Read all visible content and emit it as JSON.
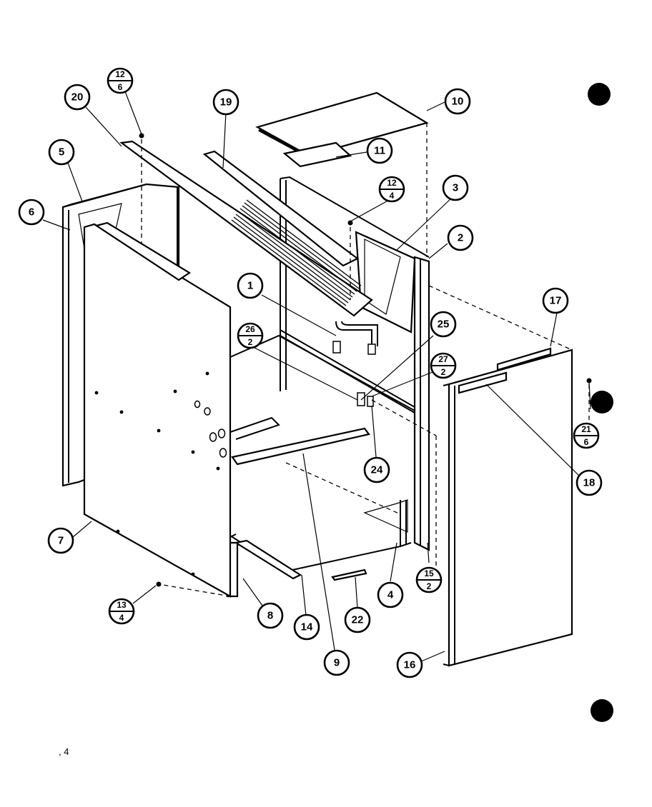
{
  "diagram": {
    "callouts": [
      {
        "id": "c1",
        "label": "1"
      },
      {
        "id": "c2",
        "label": "2"
      },
      {
        "id": "c3",
        "label": "3"
      },
      {
        "id": "c4",
        "label": "4"
      },
      {
        "id": "c5",
        "label": "5"
      },
      {
        "id": "c6",
        "label": "6"
      },
      {
        "id": "c7",
        "label": "7"
      },
      {
        "id": "c8",
        "label": "8"
      },
      {
        "id": "c9",
        "label": "9"
      },
      {
        "id": "c10",
        "label": "10"
      },
      {
        "id": "c11",
        "label": "11"
      },
      {
        "id": "c14",
        "label": "14"
      },
      {
        "id": "c16",
        "label": "16"
      },
      {
        "id": "c17",
        "label": "17"
      },
      {
        "id": "c18",
        "label": "18"
      },
      {
        "id": "c19",
        "label": "19"
      },
      {
        "id": "c20",
        "label": "20"
      },
      {
        "id": "c22",
        "label": "22"
      },
      {
        "id": "c24",
        "label": "24"
      },
      {
        "id": "c25",
        "label": "25"
      }
    ],
    "fractions": [
      {
        "id": "f12_6",
        "top": "12",
        "bottom": "6"
      },
      {
        "id": "f12_4",
        "top": "12",
        "bottom": "4"
      },
      {
        "id": "f26_2",
        "top": "26",
        "bottom": "2"
      },
      {
        "id": "f27_2",
        "top": "27",
        "bottom": "2"
      },
      {
        "id": "f21_6",
        "top": "21",
        "bottom": "6"
      },
      {
        "id": "f15_2",
        "top": "15",
        "bottom": "2"
      },
      {
        "id": "f13_4",
        "top": "13",
        "bottom": "4"
      }
    ],
    "page_note": ", 4"
  }
}
